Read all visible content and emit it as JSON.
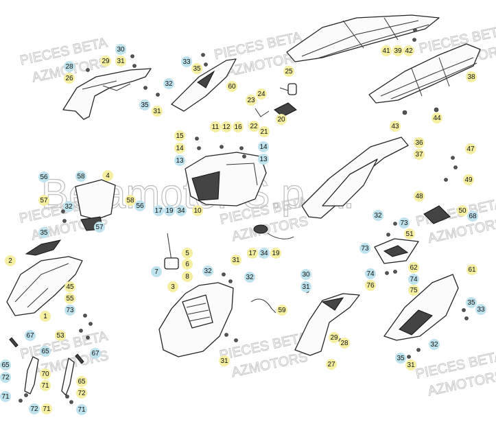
{
  "watermarks": {
    "line1": "PIECES BETA",
    "line2": "AZMOTORS",
    "center": "Betamotor S.p.A."
  },
  "colors": {
    "yellow": "#f6efa2",
    "blue": "#bfe3ee"
  },
  "callouts": [
    {
      "label": "30",
      "color": "blue"
    },
    {
      "label": "28",
      "color": "blue"
    },
    {
      "label": "29",
      "color": "yellow"
    },
    {
      "label": "31",
      "color": "yellow"
    },
    {
      "label": "26",
      "color": "yellow"
    },
    {
      "label": "32",
      "color": "blue"
    },
    {
      "label": "35",
      "color": "blue"
    },
    {
      "label": "31",
      "color": "yellow"
    },
    {
      "label": "33",
      "color": "blue"
    },
    {
      "label": "35",
      "color": "yellow"
    },
    {
      "label": "60",
      "color": "yellow"
    },
    {
      "label": "25",
      "color": "yellow"
    },
    {
      "label": "24",
      "color": "yellow"
    },
    {
      "label": "23",
      "color": "yellow"
    },
    {
      "label": "22",
      "color": "yellow"
    },
    {
      "label": "21",
      "color": "yellow"
    },
    {
      "label": "20",
      "color": "yellow"
    },
    {
      "label": "41",
      "color": "yellow"
    },
    {
      "label": "39",
      "color": "yellow"
    },
    {
      "label": "42",
      "color": "yellow"
    },
    {
      "label": "38",
      "color": "yellow"
    },
    {
      "label": "43",
      "color": "yellow"
    },
    {
      "label": "44",
      "color": "yellow"
    },
    {
      "label": "11",
      "color": "yellow"
    },
    {
      "label": "12",
      "color": "yellow"
    },
    {
      "label": "16",
      "color": "yellow"
    },
    {
      "label": "15",
      "color": "yellow"
    },
    {
      "label": "14",
      "color": "yellow"
    },
    {
      "label": "14",
      "color": "blue"
    },
    {
      "label": "13",
      "color": "blue"
    },
    {
      "label": "13",
      "color": "blue"
    },
    {
      "label": "56",
      "color": "blue"
    },
    {
      "label": "58",
      "color": "blue"
    },
    {
      "label": "4",
      "color": "yellow"
    },
    {
      "label": "57",
      "color": "yellow"
    },
    {
      "label": "32",
      "color": "blue"
    },
    {
      "label": "58",
      "color": "yellow"
    },
    {
      "label": "56",
      "color": "blue"
    },
    {
      "label": "57",
      "color": "blue"
    },
    {
      "label": "35",
      "color": "blue"
    },
    {
      "label": "17",
      "color": "blue"
    },
    {
      "label": "19",
      "color": "blue"
    },
    {
      "label": "34",
      "color": "blue"
    },
    {
      "label": "10",
      "color": "yellow"
    },
    {
      "label": "36",
      "color": "yellow"
    },
    {
      "label": "37",
      "color": "yellow"
    },
    {
      "label": "47",
      "color": "yellow"
    },
    {
      "label": "49",
      "color": "yellow"
    },
    {
      "label": "48",
      "color": "yellow"
    },
    {
      "label": "50",
      "color": "yellow"
    },
    {
      "label": "68",
      "color": "blue"
    },
    {
      "label": "32",
      "color": "blue"
    },
    {
      "label": "73",
      "color": "blue"
    },
    {
      "label": "51",
      "color": "yellow"
    },
    {
      "label": "73",
      "color": "blue"
    },
    {
      "label": "2",
      "color": "yellow"
    },
    {
      "label": "5",
      "color": "yellow"
    },
    {
      "label": "6",
      "color": "yellow"
    },
    {
      "label": "7",
      "color": "blue"
    },
    {
      "label": "8",
      "color": "yellow"
    },
    {
      "label": "17",
      "color": "yellow"
    },
    {
      "label": "34",
      "color": "blue"
    },
    {
      "label": "19",
      "color": "yellow"
    },
    {
      "label": "31",
      "color": "yellow"
    },
    {
      "label": "32",
      "color": "blue"
    },
    {
      "label": "32",
      "color": "blue"
    },
    {
      "label": "3",
      "color": "yellow"
    },
    {
      "label": "62",
      "color": "yellow"
    },
    {
      "label": "61",
      "color": "yellow"
    },
    {
      "label": "74",
      "color": "blue"
    },
    {
      "label": "74",
      "color": "blue"
    },
    {
      "label": "76",
      "color": "yellow"
    },
    {
      "label": "75",
      "color": "yellow"
    },
    {
      "label": "30",
      "color": "blue"
    },
    {
      "label": "31",
      "color": "blue"
    },
    {
      "label": "45",
      "color": "yellow"
    },
    {
      "label": "55",
      "color": "yellow"
    },
    {
      "label": "73",
      "color": "blue"
    },
    {
      "label": "1",
      "color": "yellow"
    },
    {
      "label": "59",
      "color": "yellow"
    },
    {
      "label": "67",
      "color": "blue"
    },
    {
      "label": "53",
      "color": "yellow"
    },
    {
      "label": "65",
      "color": "blue"
    },
    {
      "label": "67",
      "color": "blue"
    },
    {
      "label": "65",
      "color": "blue"
    },
    {
      "label": "72",
      "color": "blue"
    },
    {
      "label": "70",
      "color": "yellow"
    },
    {
      "label": "71",
      "color": "yellow"
    },
    {
      "label": "65",
      "color": "yellow"
    },
    {
      "label": "72",
      "color": "yellow"
    },
    {
      "label": "71",
      "color": "blue"
    },
    {
      "label": "72",
      "color": "blue"
    },
    {
      "label": "71",
      "color": "yellow"
    },
    {
      "label": "71",
      "color": "blue"
    },
    {
      "label": "31",
      "color": "yellow"
    },
    {
      "label": "29",
      "color": "yellow"
    },
    {
      "label": "28",
      "color": "yellow"
    },
    {
      "label": "27",
      "color": "yellow"
    },
    {
      "label": "35",
      "color": "blue"
    },
    {
      "label": "33",
      "color": "blue"
    },
    {
      "label": "32",
      "color": "blue"
    },
    {
      "label": "35",
      "color": "blue"
    },
    {
      "label": "31",
      "color": "yellow"
    }
  ]
}
